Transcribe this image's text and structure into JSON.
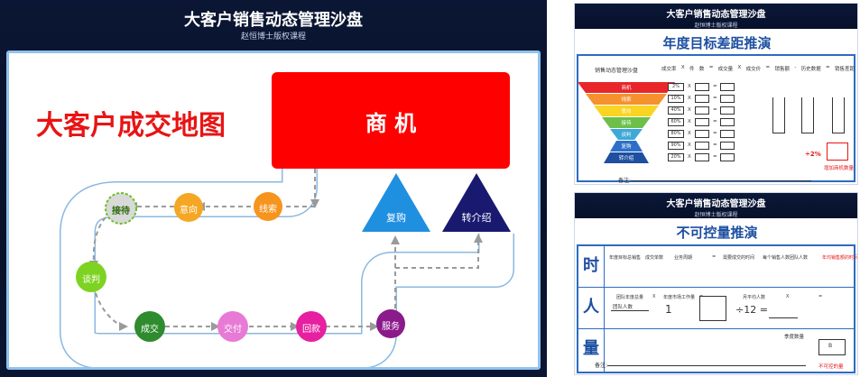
{
  "main": {
    "title": "大客户销售动态管理沙盘",
    "subtitle": "赵恒博士版权课程",
    "map_title": "大客户成交地图",
    "opportunity": "商 机",
    "nodes": {
      "jiedai": "接待",
      "yixiang": "意向",
      "xiansuo": "线索",
      "tanpan": "谈判",
      "chengjiao": "成交",
      "jiaofu": "交付",
      "huikuan": "回款",
      "fuwu": "服务",
      "fugou": "复购",
      "zhuanjieshao": "转介绍"
    },
    "colors": {
      "opportunity": "#ff0000",
      "fugou": "#1f8fe0",
      "zhuanjieshao": "#191970",
      "title": "#e81414"
    }
  },
  "card1": {
    "title": "大客户销售动态管理沙盘",
    "subtitle": "赵恒博士版权课程",
    "heading": "年度目标差距推演",
    "funnel_title": "销售动态管理沙盘",
    "header_items": [
      "成交率",
      "X",
      "件",
      "数",
      "=",
      "成交量",
      "X",
      "成交价",
      "=",
      "销售额",
      "-",
      "历史数据",
      "=",
      "销售差距"
    ],
    "stages": [
      "商机",
      "线索",
      "意向",
      "接待",
      "谈判",
      "复购",
      "转介绍"
    ],
    "percents": [
      "2%",
      "10%",
      "40%",
      "60%",
      "80%",
      "90%",
      "20%"
    ],
    "note": "÷2%",
    "red_note": "增加商机数量",
    "footer_label": "备注:"
  },
  "card2": {
    "title": "大客户销售动态管理沙盘",
    "subtitle": "赵恒博士版权课程",
    "heading": "不可控量推演",
    "side_chars": [
      "时",
      "人",
      "量"
    ],
    "row1": [
      "年度目标总销售",
      "成交单数",
      "业务周期",
      "=",
      "需要成交的时间",
      "每个销售人数",
      "团队人数",
      "年均销售额的时间成本"
    ],
    "row2": [
      "团队年度总量",
      "X",
      "年度市场工作量",
      "=",
      "月平均人数",
      "X",
      "="
    ],
    "row3": [
      "团队人数",
      "1",
      "÷12 ="
    ],
    "row3b": [
      "季度数量",
      "B"
    ],
    "red_note": "不可控的量",
    "footer_label": "备注:"
  }
}
